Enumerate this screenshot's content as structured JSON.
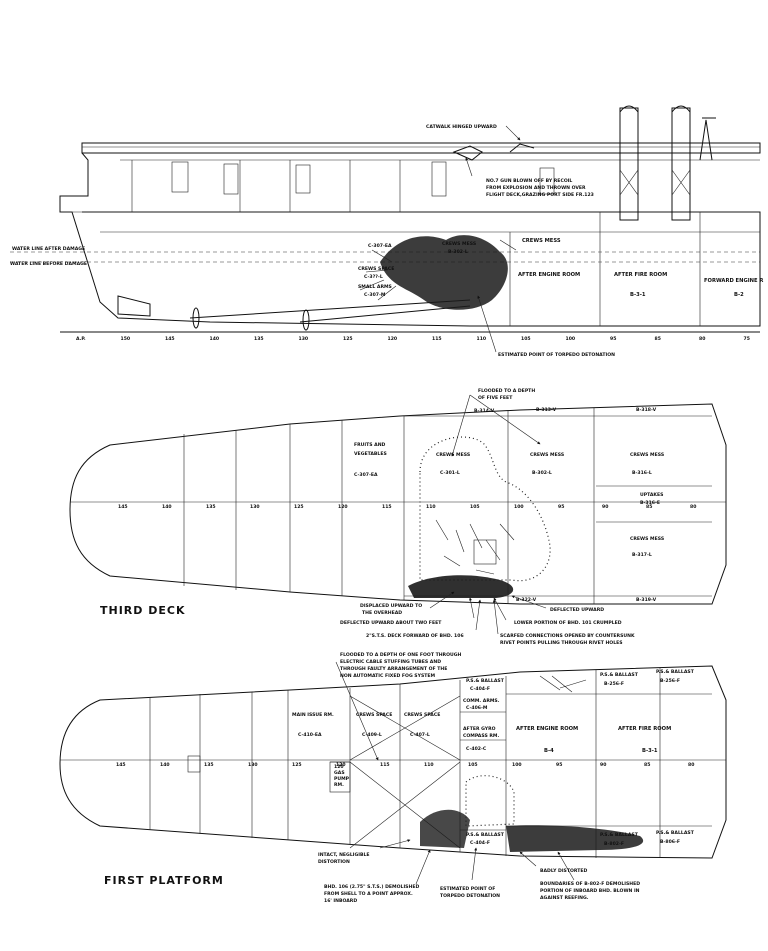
{
  "profile": {
    "callouts": {
      "catwalk": "CATWALK HINGED UPWARD",
      "gun_1": "NO.7 GUN BLOWN OFF BY RECOIL",
      "gun_2": "FROM EXPLOSION AND THROWN OVER",
      "gun_3": "FLIGHT DECK,GRAZING PORT SIDE FR.123",
      "waterline_after": "WATER LINE AFTER DAMAGE",
      "waterline_before": "WATER LINE BEFORE DAMAGE",
      "torpedo": "ESTIMATED POINT OF TORPEDO DETONATION"
    },
    "compartments": {
      "c307": "C-307-EA",
      "crews_space": "CREWS SPACE",
      "c_space2": "C-3??-L",
      "small_arms": "SMALL ARMS",
      "c307b": "C-307-M",
      "crews_mess_a": "CREWS MESS",
      "crews_mess_a_id": "B-302-L",
      "crews_mess_b": "CREWS MESS",
      "after_engine": "AFTER ENGINE ROOM",
      "after_fire": "AFTER FIRE ROOM",
      "after_fire_id": "B-3-1",
      "fwd_engine": "FORWARD ENGINE R",
      "fwd_engine_id": "B-2"
    },
    "frames": [
      "A.P.",
      "150",
      "145",
      "140",
      "135",
      "130",
      "125",
      "120",
      "115",
      "110",
      "105",
      "100",
      "95",
      "85",
      "80",
      "75"
    ]
  },
  "third_deck": {
    "title": "THIRD DECK",
    "frames": [
      "145",
      "140",
      "135",
      "130",
      "125",
      "120",
      "115",
      "110",
      "105",
      "100",
      "95",
      "90",
      "85",
      "80"
    ],
    "compartments": {
      "fruits": "FRUITS AND",
      "vegetables": "VEGETABLES",
      "fruits_id": "C-307-EA",
      "crews_mess_1": "CREWS MESS",
      "crews_mess_1_id": "C-301-L",
      "crews_mess_2": "CREWS MESS",
      "crews_mess_2_id": "B-302-L",
      "crews_mess_3": "CREWS MESS",
      "crews_mess_3_id": "B-316-L",
      "uptakes": "UPTAKES",
      "uptakes_id": "B-316-E",
      "crews_mess_4": "CREWS MESS",
      "crews_mess_4_id": "B-317-L",
      "top_id_1": "B-314-V",
      "top_id_2": "B-313-V",
      "top_id_3": "B-318-V",
      "bot_id_1": "B-322-V",
      "bot_id_2": "B-319-V"
    },
    "callouts": {
      "flooded_1": "FLOODED TO A DEPTH",
      "flooded_2": "OF FIVE FEET",
      "displaced_1": "DISPLACED UPWARD TO",
      "displaced_2": "THE OVERHEAD",
      "deflected_two": "DEFLECTED UPWARD ABOUT TWO FEET",
      "sts": "2\"S.T.S. DECK FORWARD OF BHD. 106",
      "deflected": "DEFLECTED UPWARD",
      "lower_portion": "LOWER PORTION OF BHD. 101 CRUMPLED",
      "scarfed_1": "SCARFED CONNECTIONS OPENED BY COUNTERSUNK",
      "scarfed_2": "RIVET POINTS PULLING THROUGH RIVET HOLES"
    }
  },
  "first_platform": {
    "title": "FIRST PLATFORM",
    "frames": [
      "145",
      "140",
      "135",
      "130",
      "125",
      "120",
      "115",
      "110",
      "105",
      "100",
      "95",
      "90",
      "85",
      "80"
    ],
    "compartments": {
      "main_issue": "MAIN ISSUE RM.",
      "main_issue_id": "C-410-EA",
      "crews_space_1": "CREWS SPACE",
      "crews_space_1_id": "C-409-L",
      "crews_space_2": "CREWS SPACE",
      "crews_space_2_id": "C-407-L",
      "gas_1": "120",
      "gas_2": "GAS",
      "gas_3": "PUMP",
      "gas_4": "RM.",
      "gyro_1": "AFTER GYRO",
      "gyro_2": "COMPASS RM.",
      "gyro_id": "C-402-C",
      "comm_1": "COMM. ARMS.",
      "comm_id": "C-406-M",
      "after_engine": "AFTER ENGINE ROOM",
      "after_engine_id": "B-4",
      "after_fire": "AFTER FIRE ROOM",
      "after_fire_id": "B-3-1",
      "ballast_1": "P.S.& BALLAST",
      "ballast_1_id": "B-256-F",
      "ballast_2": "P.S.& BALLAST",
      "ballast_2_id": "B-256-F",
      "ballast_3": "P.S.& BALLAST",
      "ballast_3_id": "B-802-F",
      "ballast_4": "P.S.& BALLAST",
      "ballast_4_id": "B-806-F",
      "ballast_5": "P.S.& BALLAST",
      "ballast_5_id": "C-404-F",
      "ballast_6": "P.S.& BALLAST",
      "ballast_6_id": "C-404-F"
    },
    "callouts": {
      "flooded_1": "FLOODED TO A DEPTH OF ONE FOOT THROUGH",
      "flooded_2": "ELECTRIC CABLE STUFFING TUBES AND",
      "flooded_3": "THROUGH FAULTY ARRANGEMENT OF THE",
      "flooded_4": "NON AUTOMATIC FIXED FOG SYSTEM",
      "intact_1": "INTACT, NEGLIGIBLE",
      "intact_2": "DISTORTION",
      "bhd_1": "BHD. 106 (2.75\" S.T.S.) DEMOLISHED",
      "bhd_2": "FROM SHELL TO A POINT APPROX.",
      "bhd_3": "16' INBOARD",
      "torpedo_1": "ESTIMATED POINT OF",
      "torpedo_2": "TORPEDO DETONATION",
      "badly": "BADLY DISTORTED",
      "bound_1": "BOUNDARIES OF B-802-F DEMOLISHED",
      "bound_2": "PORTION OF INBOARD BHD. BLOWN IN",
      "bound_3": "AGAINST REEFING."
    }
  }
}
